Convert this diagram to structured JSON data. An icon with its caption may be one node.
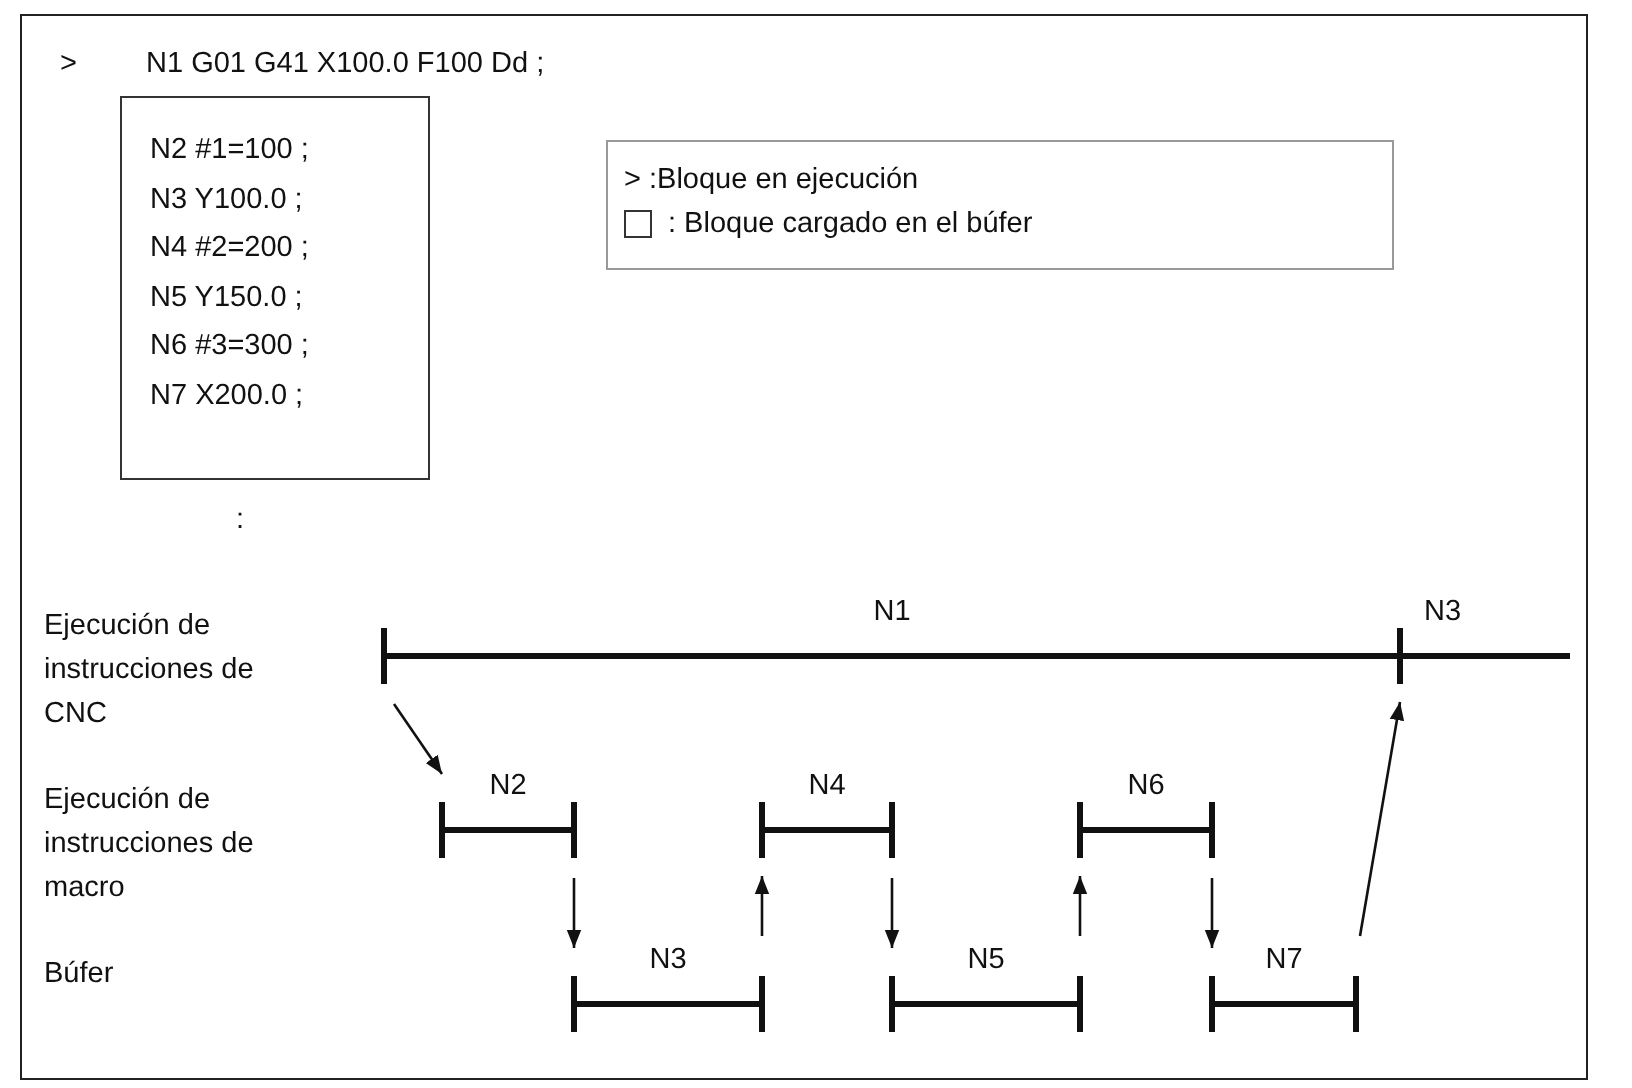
{
  "diagram": {
    "nodes": [
      {
        "text": [
          "N2 #1=100 ;",
          "N3 Y100.0 ;",
          "N4 #2=200 ;",
          "N5 Y150.0 ;",
          "N6 #3=300 ;",
          "N7 X200.0 ;"
        ]
      },
      {
        "text": [
          "N1"
        ]
      },
      {
        "text": [
          "N3"
        ]
      },
      {
        "text": [
          "N2"
        ]
      },
      {
        "text": [
          "N4"
        ]
      },
      {
        "text": [
          "N6"
        ]
      },
      {
        "text": [
          "N3"
        ]
      },
      {
        "text": [
          "N5"
        ]
      },
      {
        "text": [
          "N7"
        ]
      }
    ],
    "edges": [
      {
        "from": 1,
        "to": 3,
        "arrow": "to"
      },
      {
        "from": 3,
        "to": 6,
        "arrow": "to"
      },
      {
        "from": 6,
        "to": 4,
        "arrow": "to"
      },
      {
        "from": 4,
        "to": 7,
        "arrow": "to"
      },
      {
        "from": 7,
        "to": 5,
        "arrow": "to"
      },
      {
        "from": 5,
        "to": 8,
        "arrow": "to"
      },
      {
        "from": 8,
        "to": 2,
        "arrow": "to"
      }
    ],
    "labels": [
      ">",
      "N1 G01 G41 X100.0 F100 Dd ;",
      ":",
      "Ejecución de instrucciones de CNC",
      "Ejecución de instrucciones de macro",
      "Búfer"
    ],
    "legend": [
      {
        "text": "> :Bloque en ejecución"
      },
      {
        "text": ": Bloque cargado en el búfer"
      }
    ]
  }
}
